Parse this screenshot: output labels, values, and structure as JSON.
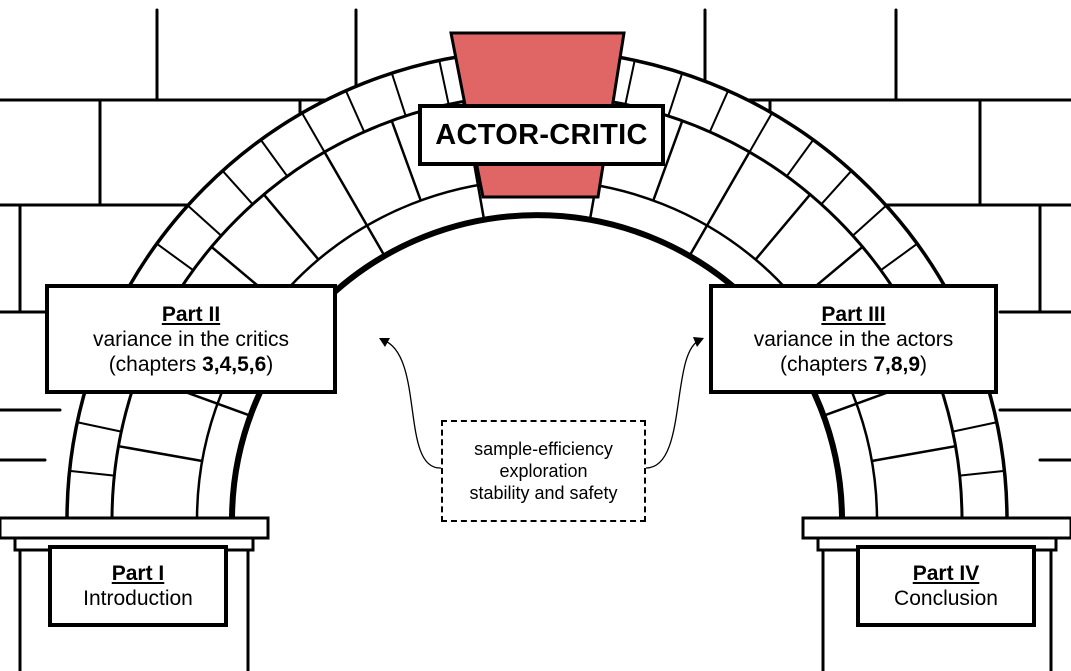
{
  "colors": {
    "keystone": "#e06666",
    "stroke": "#000000",
    "background": "#ffffff"
  },
  "title": "ACTOR-CRITIC",
  "part2": {
    "heading": "Part II",
    "line1": "variance in the critics",
    "prefix": "(chapters ",
    "chapters": "3,4,5,6",
    "suffix": ")"
  },
  "part3": {
    "heading": "Part III",
    "line1": "variance in the actors",
    "prefix": "(chapters ",
    "chapters": "7,8,9",
    "suffix": ")"
  },
  "part1": {
    "heading": "Part I",
    "line1": "Introduction"
  },
  "part4": {
    "heading": "Part IV",
    "line1": "Conclusion"
  },
  "themes": [
    "sample-efficiency",
    "exploration",
    "stability and safety"
  ]
}
